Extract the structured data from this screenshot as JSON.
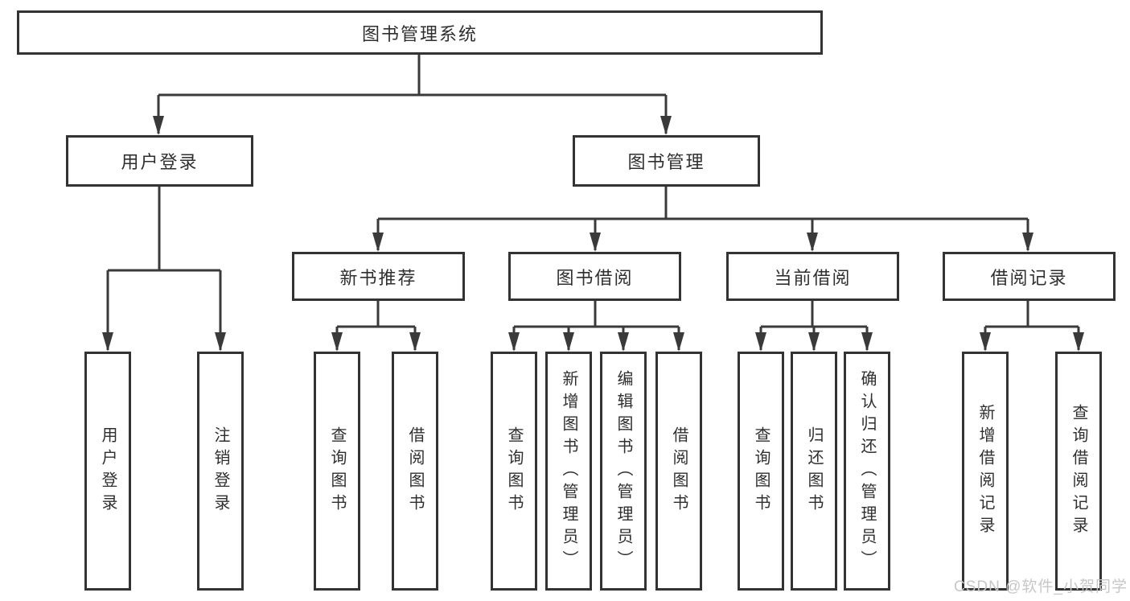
{
  "title": "图书管理系统",
  "watermark": "CSDN @软件_小贺同学",
  "branches": {
    "userLogin": {
      "label": "用户登录",
      "children": [
        {
          "label": "用户登录"
        },
        {
          "label": "注销登录"
        }
      ]
    },
    "bookManagement": {
      "label": "图书管理",
      "sections": [
        {
          "label": "新书推荐",
          "children": [
            {
              "label": "查询图书"
            },
            {
              "label": "借阅图书"
            }
          ]
        },
        {
          "label": "图书借阅",
          "children": [
            {
              "label": "查询图书"
            },
            {
              "label": "新增图书（管理员）"
            },
            {
              "label": "编辑图书（管理员）"
            },
            {
              "label": "借阅图书"
            }
          ]
        },
        {
          "label": "当前借阅",
          "children": [
            {
              "label": "查询图书"
            },
            {
              "label": "归还图书"
            },
            {
              "label": "确认归还（管理员）"
            }
          ]
        },
        {
          "label": "借阅记录",
          "children": [
            {
              "label": "新增借阅记录"
            },
            {
              "label": "查询借阅记录"
            }
          ]
        }
      ]
    }
  },
  "colors": {
    "line": "#3a3a3a",
    "border": "#333333",
    "text": "#2f2f2f",
    "background": "#ffffff",
    "watermark": "#c7c7c7"
  }
}
